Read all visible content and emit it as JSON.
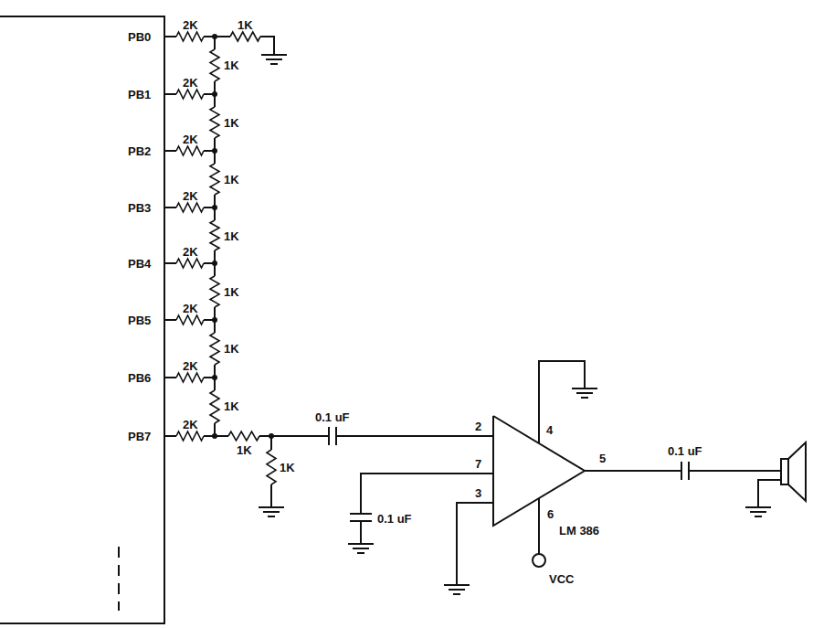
{
  "diagram": {
    "labels": [
      "PB0",
      "PB1",
      "PB2",
      "PB3",
      "PB4",
      "PB5",
      "PB6",
      "PB7",
      "2K",
      "2K",
      "2K",
      "2K",
      "2K",
      "2K",
      "2K",
      "2K",
      "1K",
      "1K",
      "1K",
      "1K",
      "1K",
      "1K",
      "1K",
      "1K",
      "1K",
      "1K",
      "0.1 uF",
      "2",
      "4",
      "7",
      "5",
      "3",
      "6",
      "LM 386",
      "VCC",
      "0.1 uF",
      "0.1 uF"
    ]
  }
}
